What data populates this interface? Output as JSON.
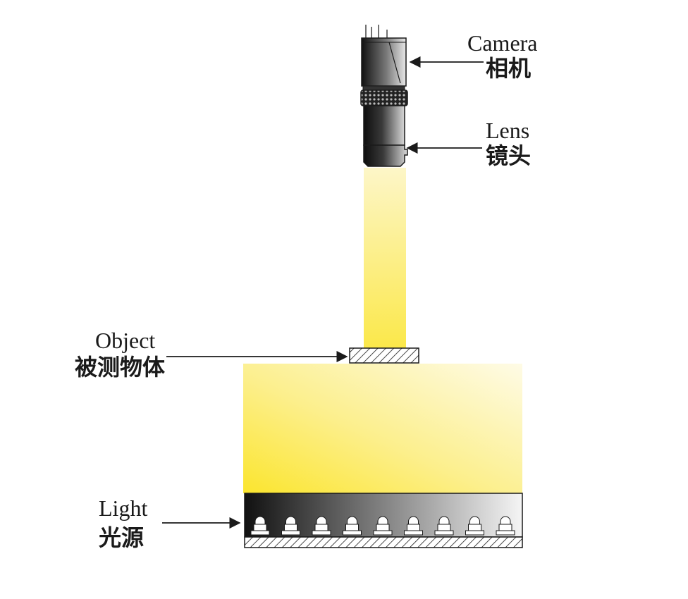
{
  "labels": {
    "camera": {
      "en": "Camera",
      "cn": "相机"
    },
    "lens": {
      "en": "Lens",
      "cn": "镜头"
    },
    "object": {
      "en": "Object",
      "cn": "被测物体"
    },
    "light": {
      "en": "Light",
      "cn": "光源"
    }
  },
  "led_count": 9,
  "colors": {
    "beam_light": "#fdf6c8",
    "beam_dark": "#fbe84a",
    "text": "#1a1a1a",
    "outline": "#1a1a1a",
    "led_panel_dark": "#111111",
    "led_panel_light": "#f5f5f5"
  }
}
